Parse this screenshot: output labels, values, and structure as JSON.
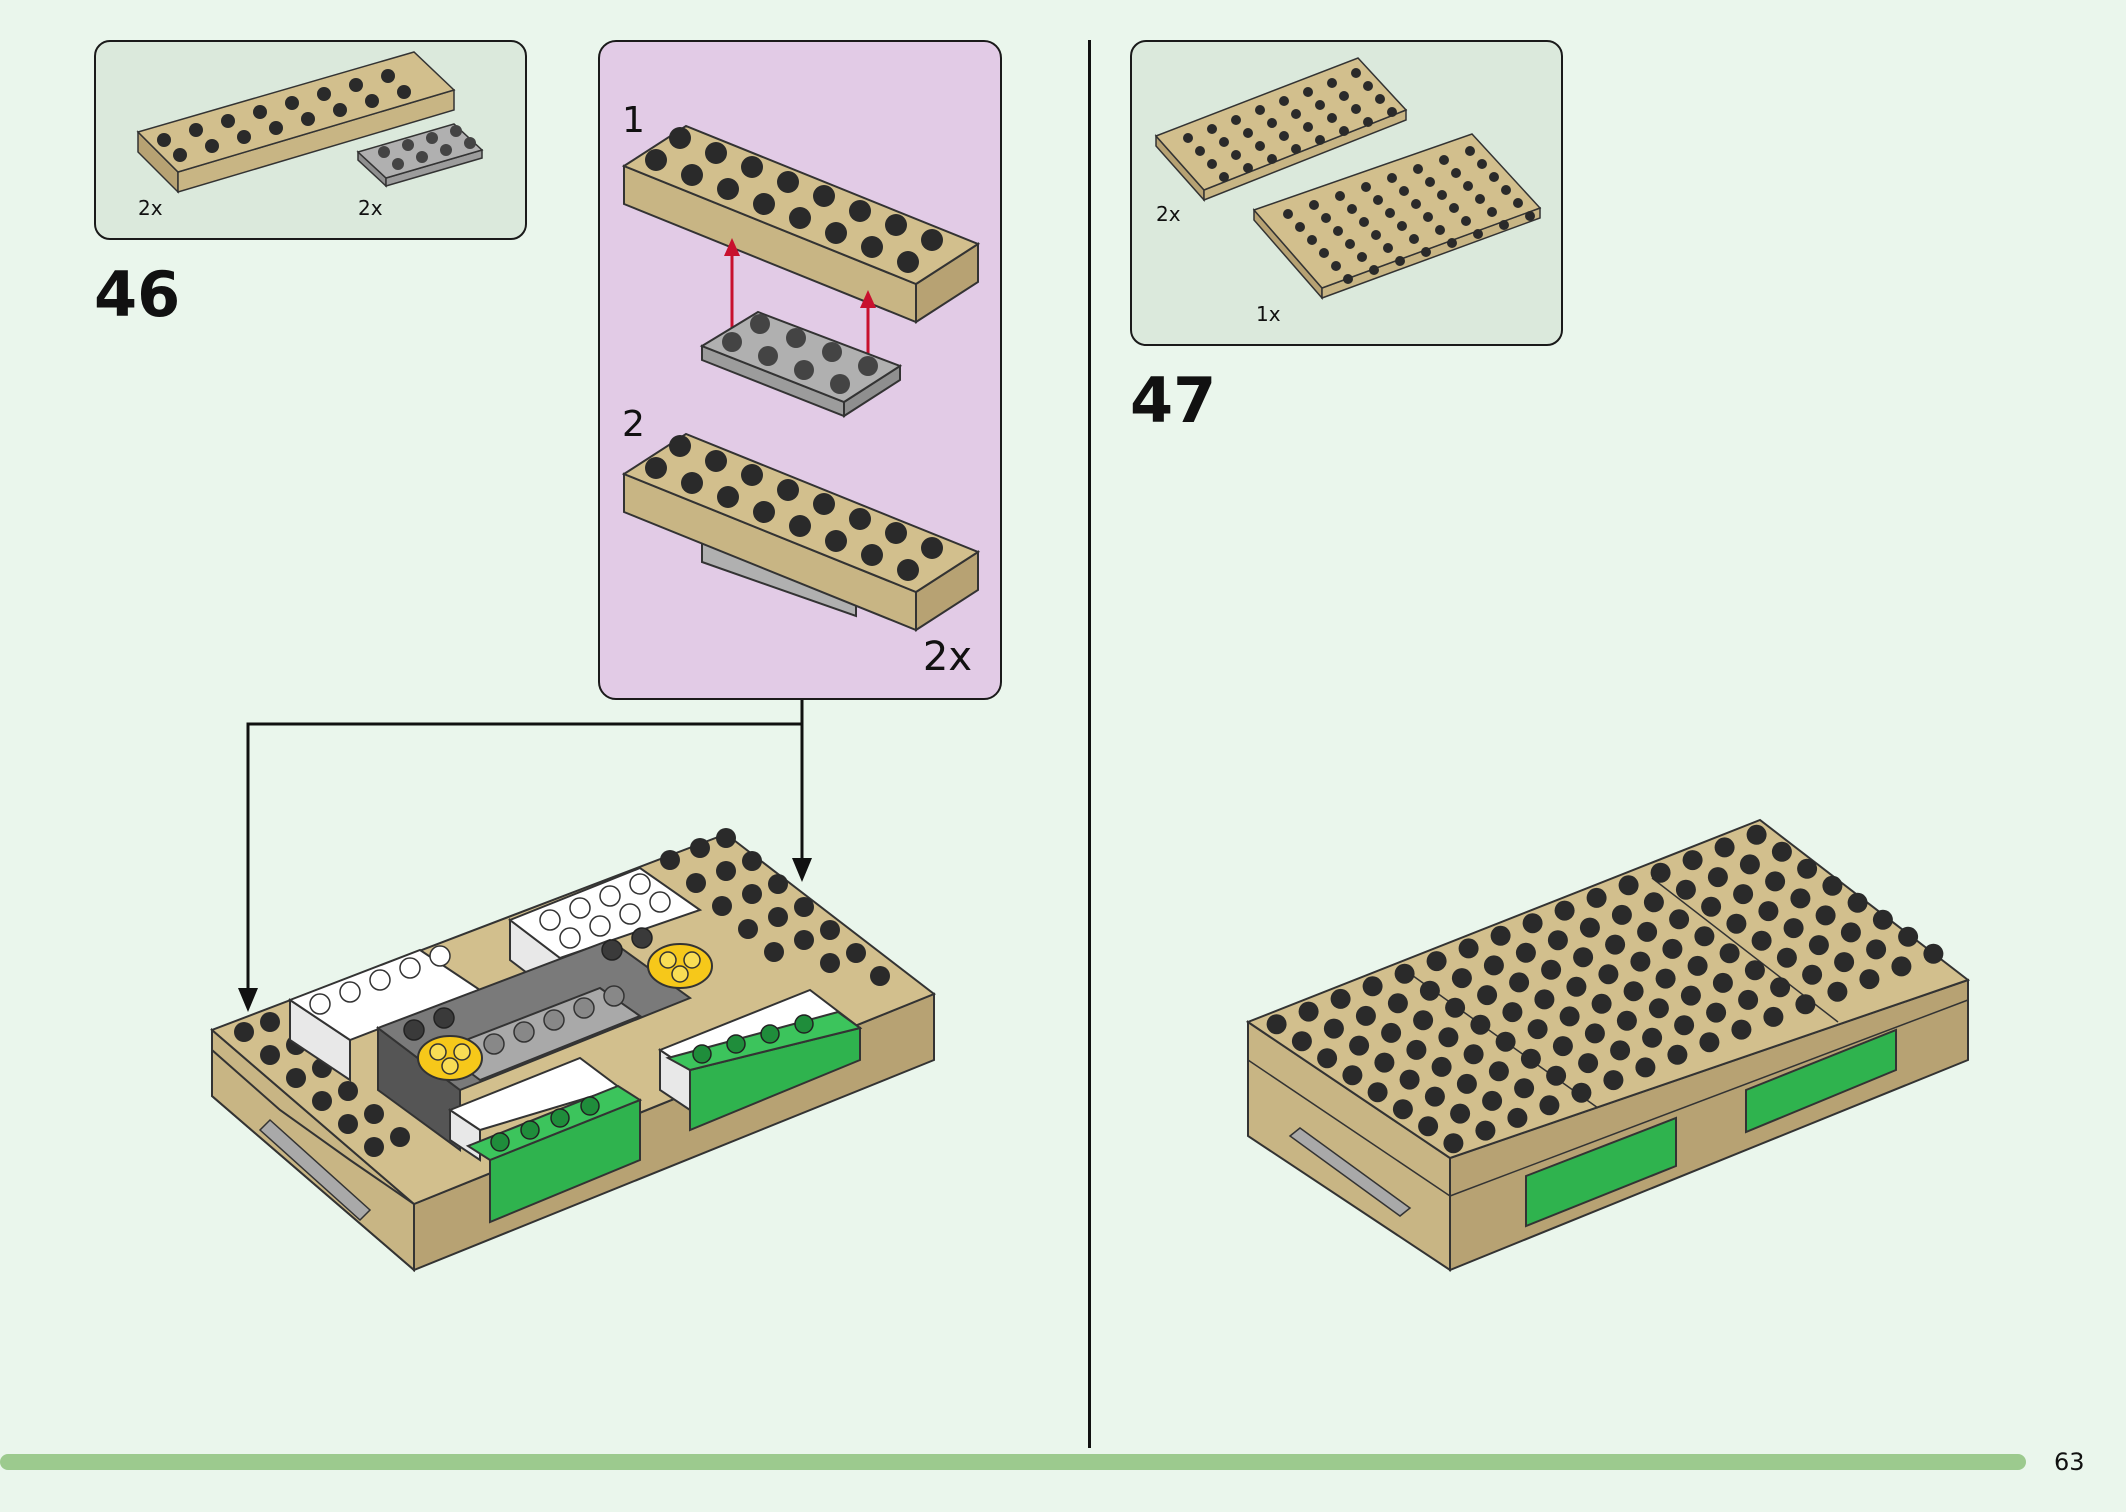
{
  "page": {
    "number": "63"
  },
  "colors": {
    "tan": "#d2bf8d",
    "gray": "#a9a9a9",
    "green": "#2fb34e",
    "yellow": "#f6c81a",
    "white": "#ffffff",
    "background": "#eaf6ec",
    "callout": "#e2cbe6",
    "progress": "#9cca8e"
  },
  "step46": {
    "number": "46",
    "parts": [
      {
        "name": "tan-brick-2x8",
        "qty": "2x"
      },
      {
        "name": "gray-plate-2x4",
        "qty": "2x"
      }
    ],
    "subassembly": {
      "steps": [
        "1",
        "2"
      ],
      "quantity": "2x"
    }
  },
  "step47": {
    "number": "47",
    "parts": [
      {
        "name": "tan-plate-4x8",
        "qty": "2x"
      },
      {
        "name": "tan-plate-6x8",
        "qty": "1x"
      }
    ]
  }
}
